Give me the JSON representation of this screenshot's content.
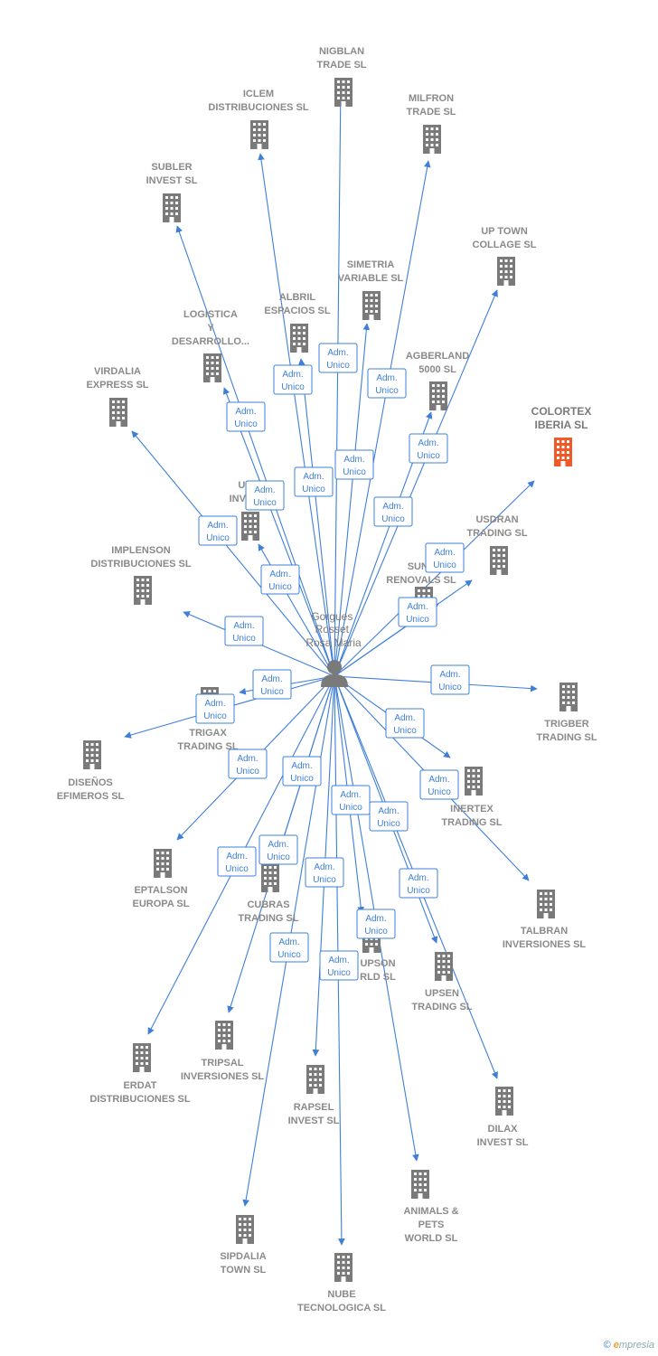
{
  "center": {
    "name_lines": [
      "Gorgues",
      "Rosset",
      "Rosa Maria"
    ],
    "icon": "person-icon"
  },
  "relation_label_lines": [
    "Adm.",
    "Unico"
  ],
  "colors": {
    "edge": "#3f7fd8",
    "building": "#7a7a7a",
    "focus_building": "#f05a28",
    "label": "#8a8a8a"
  },
  "companies": [
    {
      "id": "nigblan",
      "label_lines": [
        "NIGBLAN",
        "TRADE SL"
      ]
    },
    {
      "id": "iclem",
      "label_lines": [
        "ICLEM",
        "DISTRIBUCIONES SL"
      ]
    },
    {
      "id": "milfron",
      "label_lines": [
        "MILFRON",
        "TRADE SL"
      ]
    },
    {
      "id": "subler",
      "label_lines": [
        "SUBLER",
        "INVEST SL"
      ]
    },
    {
      "id": "uptown",
      "label_lines": [
        "UP TOWN",
        "COLLAGE SL"
      ]
    },
    {
      "id": "simetria",
      "label_lines": [
        "SIMETRIA",
        "VARIABLE SL"
      ]
    },
    {
      "id": "albril",
      "label_lines": [
        "ALBRIL",
        "ESPACIOS SL"
      ]
    },
    {
      "id": "logistica",
      "label_lines": [
        "LOGISTICA",
        "Y",
        "DESARROLLO..."
      ]
    },
    {
      "id": "agberland",
      "label_lines": [
        "AGBERLAND",
        "5000 SL"
      ]
    },
    {
      "id": "colortex",
      "label_lines": [
        "COLORTEX",
        "IBERIA  SL"
      ],
      "focus": true
    },
    {
      "id": "virdalia",
      "label_lines": [
        "VIRDALIA",
        "EXPRESS SL"
      ]
    },
    {
      "id": "upinv",
      "label_lines": [
        "UP",
        "INVE..."
      ]
    },
    {
      "id": "usdran",
      "label_lines": [
        "USDRAN",
        "TRADING SL"
      ]
    },
    {
      "id": "implenson",
      "label_lines": [
        "IMPLENSON",
        "DISTRIBUCIONES SL"
      ]
    },
    {
      "id": "sunset",
      "label_lines": [
        "SUNS",
        "RENOVALS SL"
      ]
    },
    {
      "id": "trigax",
      "label_lines": [
        "TRIGAX",
        "TRADING SL"
      ]
    },
    {
      "id": "trigber",
      "label_lines": [
        "TRIGBER",
        "TRADING SL"
      ]
    },
    {
      "id": "disenos",
      "label_lines": [
        "DISEÑOS",
        "EFIMEROS SL"
      ]
    },
    {
      "id": "inertex",
      "label_lines": [
        "INERTEX",
        "TRADING SL"
      ]
    },
    {
      "id": "eptalson",
      "label_lines": [
        "EPTALSON",
        "EUROPA SL"
      ]
    },
    {
      "id": "cubras",
      "label_lines": [
        "CUBRAS",
        "TRADING SL"
      ]
    },
    {
      "id": "talbran",
      "label_lines": [
        "TALBRAN",
        "INVERSIONES SL"
      ]
    },
    {
      "id": "upson",
      "label_lines": [
        "UPSON",
        "RLD SL"
      ]
    },
    {
      "id": "upsen",
      "label_lines": [
        "UPSEN",
        "TRADING SL"
      ]
    },
    {
      "id": "erdat",
      "label_lines": [
        "ERDAT",
        "DISTRIBUCIONES SL"
      ]
    },
    {
      "id": "tripsal",
      "label_lines": [
        "TRIPSAL",
        "INVERSIONES SL"
      ]
    },
    {
      "id": "rapsel",
      "label_lines": [
        "RAPSEL",
        "INVEST SL"
      ]
    },
    {
      "id": "dilax",
      "label_lines": [
        "DILAX",
        "INVEST SL"
      ]
    },
    {
      "id": "animals",
      "label_lines": [
        "ANIMALS &",
        "PETS",
        "WORLD SL"
      ]
    },
    {
      "id": "sipdalia",
      "label_lines": [
        "SIPDALIA",
        "TOWN SL"
      ]
    },
    {
      "id": "nube",
      "label_lines": [
        "NUBE",
        "TECNOLOGICA SL"
      ]
    }
  ],
  "footer": {
    "copyright": "©",
    "brand_initial": "e",
    "brand_rest": "mpresia"
  }
}
